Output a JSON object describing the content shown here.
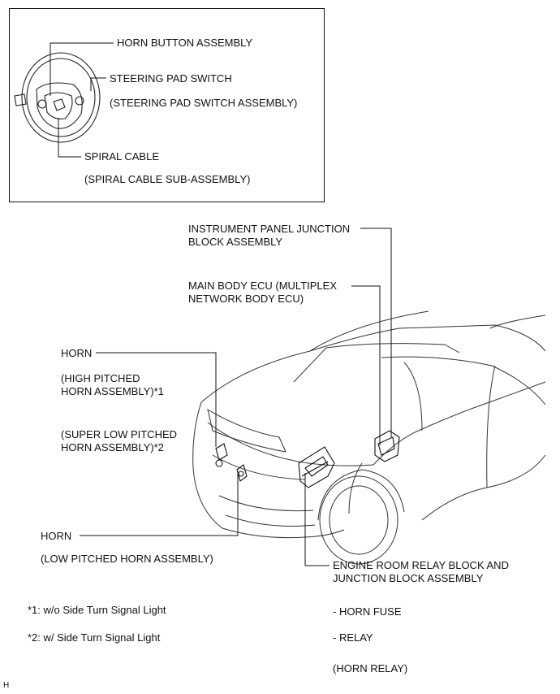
{
  "inset": {
    "horn_button": "HORN BUTTON ASSEMBLY",
    "pad_switch": "STEERING PAD SWITCH",
    "pad_switch_assy": "(STEERING PAD SWITCH ASSEMBLY)",
    "spiral_cable": "SPIRAL CABLE",
    "spiral_cable_sub": "(SPIRAL CABLE SUB-ASSEMBLY)"
  },
  "labels": {
    "ipjb_1": "INSTRUMENT PANEL JUNCTION",
    "ipjb_2": "BLOCK ASSEMBLY",
    "ecu_1": "MAIN BODY ECU (MULTIPLEX",
    "ecu_2": "NETWORK BODY ECU)",
    "horn_top": "HORN",
    "high_1": "(HIGH PITCHED",
    "high_2": "HORN ASSEMBLY)*1",
    "super_1": "(SUPER LOW PITCHED",
    "super_2": "HORN ASSEMBLY)*2",
    "horn_low": "HORN",
    "low": "(LOW PITCHED HORN ASSEMBLY)",
    "erb_1": "ENGINE ROOM RELAY BLOCK AND",
    "erb_2": "JUNCTION BLOCK ASSEMBLY",
    "horn_fuse": "- HORN FUSE",
    "relay": "- RELAY",
    "horn_relay": "(HORN RELAY)"
  },
  "footnotes": {
    "n1": "*1: w/o Side Turn Signal Light",
    "n2": "*2: w/ Side Turn Signal Light"
  },
  "corner_mark": "H"
}
